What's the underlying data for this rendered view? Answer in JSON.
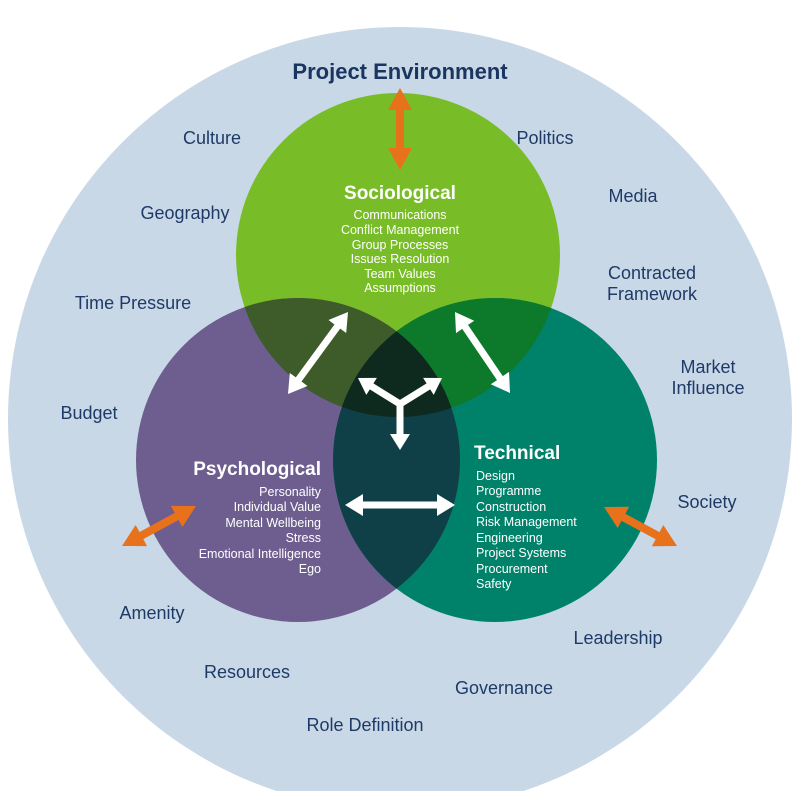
{
  "title": "Project Environment",
  "environment_factors": {
    "culture": "Culture",
    "politics": "Politics",
    "geography": "Geography",
    "media": "Media",
    "time_pressure": "Time Pressure",
    "contracted_1": "Contracted",
    "contracted_2": "Framework",
    "market_1": "Market",
    "market_2": "Influence",
    "budget": "Budget",
    "society": "Society",
    "amenity": "Amenity",
    "leadership": "Leadership",
    "resources": "Resources",
    "governance": "Governance",
    "role_definition": "Role Definition"
  },
  "sociological": {
    "title": "Sociological",
    "items": [
      "Communications",
      "Conflict Management",
      "Group Processes",
      "Issues Resolution",
      "Team Values",
      "Assumptions"
    ]
  },
  "psychological": {
    "title": "Psychological",
    "items": [
      "Personality",
      "Individual Value",
      "Mental Wellbeing",
      "Stress",
      "Emotional Intelligence",
      "Ego"
    ]
  },
  "technical": {
    "title": "Technical",
    "items": [
      "Design",
      "Programme",
      "Construction",
      "Risk Management",
      "Engineering",
      "Project Systems",
      "Procurement",
      "Safety"
    ]
  },
  "colors": {
    "environment": "#c9d8e7",
    "sociological": "#78bd27",
    "psychological": "#6d5e8f",
    "technical": "#00826a",
    "arrow_orange": "#e8711c",
    "arrow_white": "#ffffff"
  }
}
